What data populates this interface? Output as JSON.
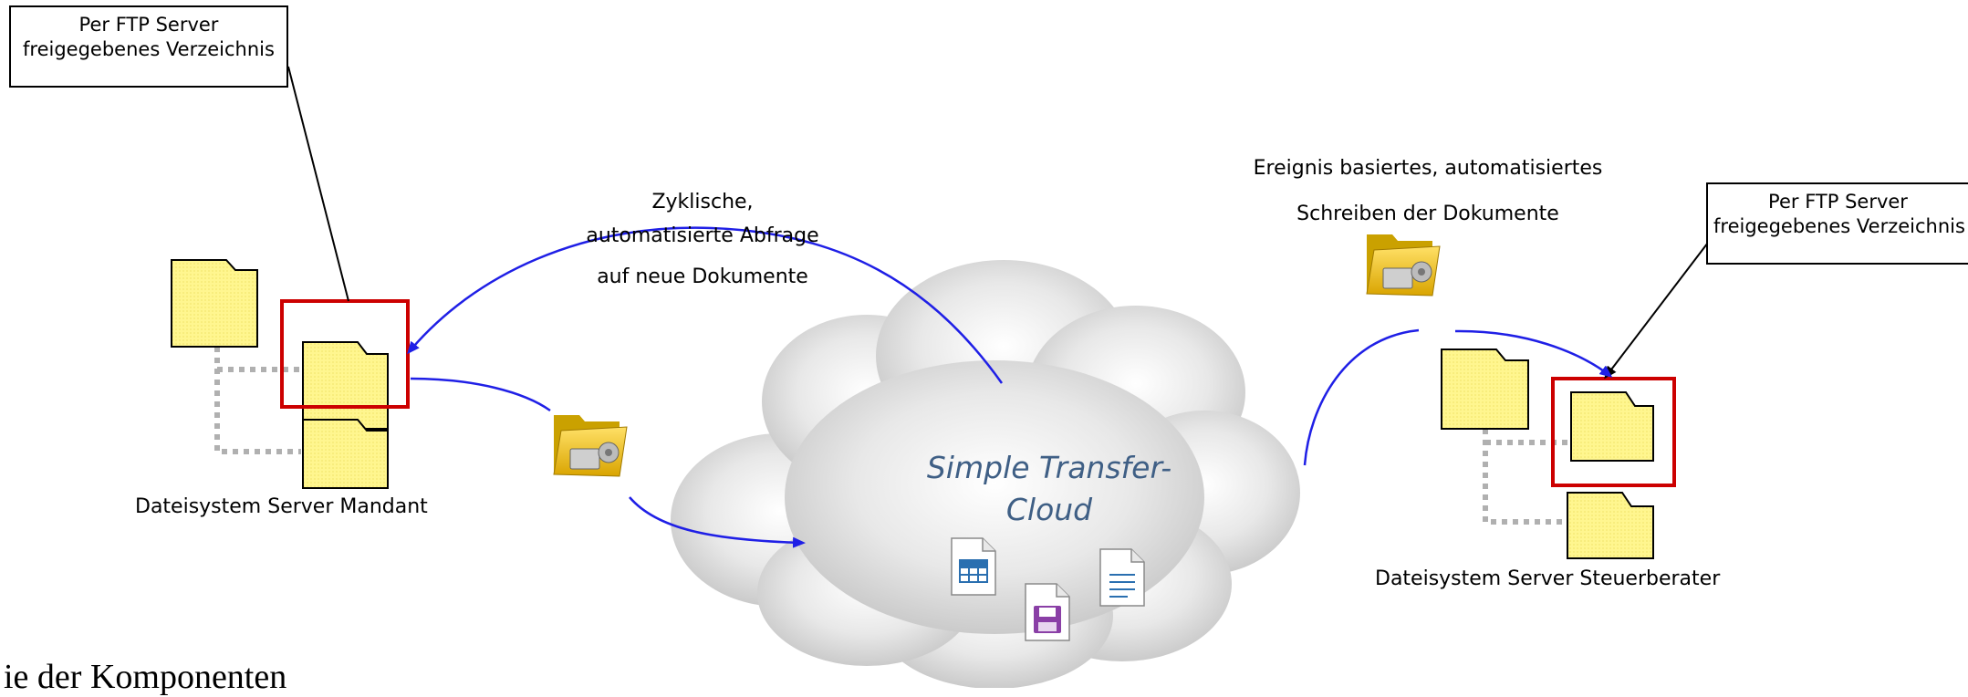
{
  "callout_left": {
    "line1": "Per FTP Server",
    "line2": "freigegebenes Verzeichnis"
  },
  "callout_right": {
    "line1": "Per FTP Server",
    "line2": "freigegebenes Verzeichnis"
  },
  "query_label": {
    "line1": "Zyklische,",
    "line2": "automatisierte Abfrage",
    "line3": "auf neue Dokumente"
  },
  "write_label": {
    "line1": "Ereignis basiertes, automatisiertes",
    "line2": "Schreiben der Dokumente"
  },
  "left_system_label": "Dateisystem Server Mandant",
  "right_system_label": "Dateisystem Server Steuerberater",
  "cloud": {
    "line1": "Simple Transfer-",
    "line2": "Cloud"
  },
  "footer_partial": "ie der Komponenten",
  "colors": {
    "arrow": "#1f1fe6",
    "highlight": "#cc0000",
    "folder_fill": "#fff68f",
    "folder_stroke": "#000000",
    "cloud_text": "#3f5f85"
  }
}
